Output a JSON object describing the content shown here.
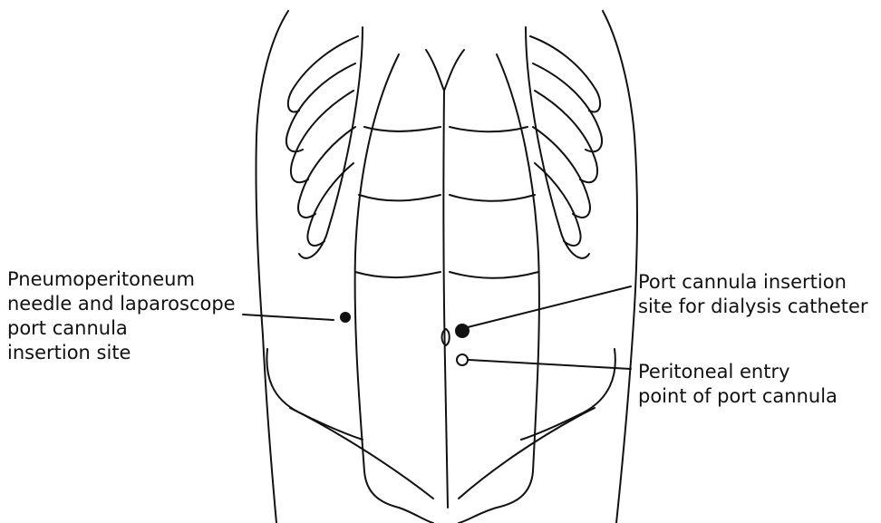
{
  "labels": {
    "left": {
      "lines": [
        "Pneumoperitoneum",
        "needle and laparoscope",
        "port cannula",
        "insertion site"
      ]
    },
    "right_top": {
      "lines": [
        "Port cannula insertion",
        "site for dialysis catheter"
      ]
    },
    "right_bottom": {
      "lines": [
        "Peritoneal entry",
        "point of port cannula"
      ]
    }
  },
  "colors": {
    "ink": "#111111",
    "background": "#ffffff"
  }
}
